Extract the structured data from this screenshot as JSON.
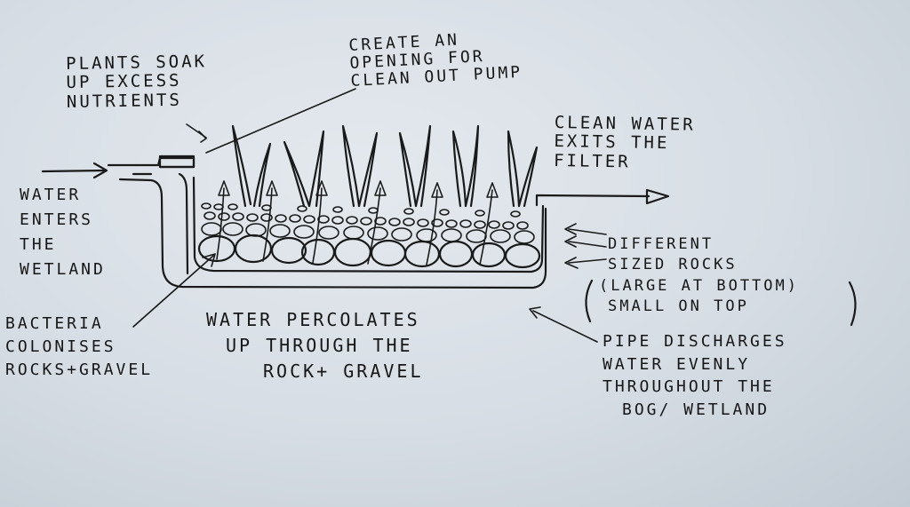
{
  "labels": {
    "plants": [
      "PLANTS SOAK",
      "UP EXCESS",
      "NUTRIENTS"
    ],
    "opening": [
      "CREATE AN",
      "OPENING FOR",
      "CLEAN OUT PUMP"
    ],
    "clean_water": [
      "CLEAN WATER",
      "EXITS THE",
      "FILTER"
    ],
    "water_enters": [
      "WATER",
      "ENTERS",
      "THE",
      "WETLAND"
    ],
    "rocks": [
      "DIFFERENT",
      "SIZED ROCKS",
      "(LARGE AT BOTTOM)",
      "SMALL ON TOP"
    ],
    "bacteria": [
      "BACTERIA",
      "COLONISES",
      "ROCKS+GRAVEL"
    ],
    "percolates": [
      "WATER PERCOLATES",
      "UP THROUGH THE",
      "ROCK+ GRAVEL"
    ],
    "pipe": [
      "PIPE DISCHARGES",
      "WATER EVENLY",
      "THROUGHOUT THE",
      "BOG/ WETLAND"
    ]
  },
  "colors": {
    "ink": "#1a1a1a",
    "paper": "#dde3e9"
  }
}
